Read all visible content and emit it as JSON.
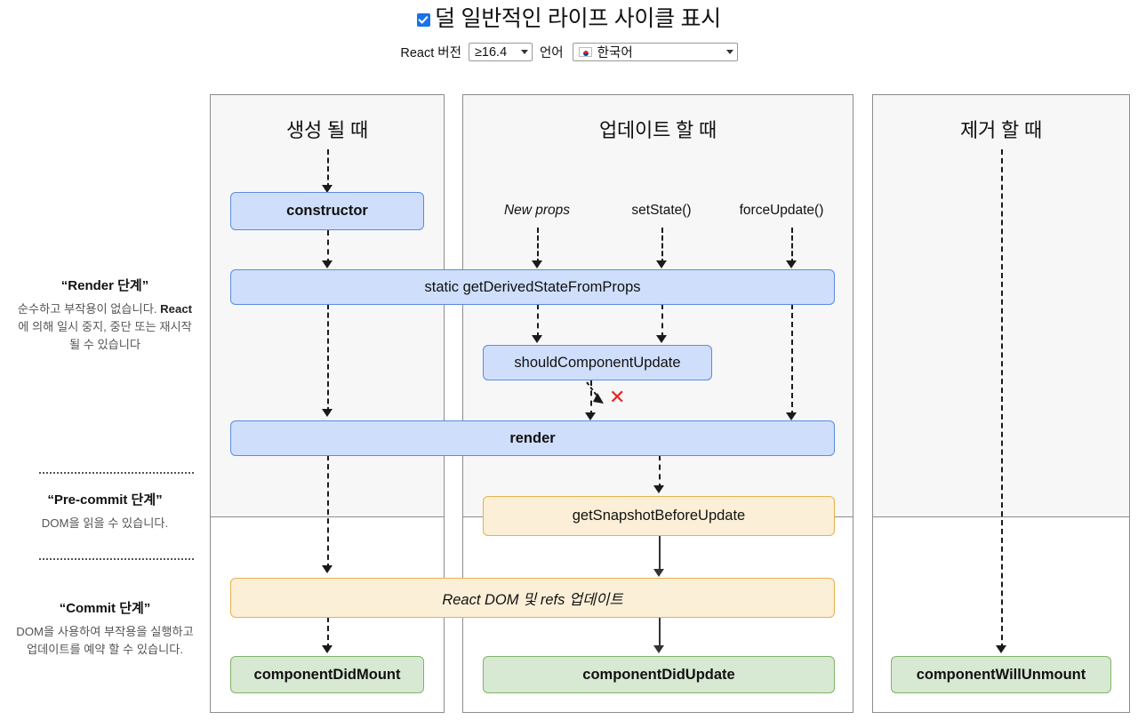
{
  "header": {
    "toggle_label": "덜 일반적인 라이프 사이클 표시",
    "toggle_checked": true,
    "version_label": "React 버전",
    "version_value": "≥16.4",
    "language_label": "언어",
    "language_value": "한국어",
    "language_flag": "kr-flag-icon"
  },
  "phases": [
    {
      "title": "“Render 단계”",
      "desc_a": "순수하고 부작용이 없습니다. ",
      "desc_b": "React",
      "desc_c": "에 의해 일시 중지, 중단 또는 재시작 될 수 있습니다"
    },
    {
      "title": "“Pre-commit 단계”",
      "desc": "DOM을 읽을 수 있습니다."
    },
    {
      "title": "“Commit 단계”",
      "desc": "DOM을 사용하여 부작용을 실행하고 업데이트를 예약 할 수 있습니다."
    }
  ],
  "columns": {
    "mount": "생성 될 때",
    "update": "업데이트 할 때",
    "unmount": "제거 할 때"
  },
  "triggers": [
    {
      "label": "New props",
      "italic": true
    },
    {
      "label": "setState()",
      "italic": false
    },
    {
      "label": "forceUpdate()",
      "italic": false
    }
  ],
  "boxes": {
    "constructor": "constructor",
    "get_derived_state": "static getDerivedStateFromProps",
    "should_update": "shouldComponentUpdate",
    "render": "render",
    "get_snapshot": "getSnapshotBeforeUpdate",
    "react_dom_refs": "React DOM 및 refs 업데이트",
    "did_mount": "componentDidMount",
    "did_update": "componentDidUpdate",
    "will_unmount": "componentWillUnmount"
  },
  "skip_marker": "✕",
  "colors": {
    "blue_fill": "#cfdffb",
    "blue_border": "#5b8bdf",
    "orange_fill": "#fcefd7",
    "orange_border": "#e5b14d",
    "green_fill": "#d7e8d3",
    "green_border": "#82b366",
    "panel_bg": "#f7f7f7",
    "accent": "#1a73e8",
    "skip_red": "#e8221f"
  }
}
